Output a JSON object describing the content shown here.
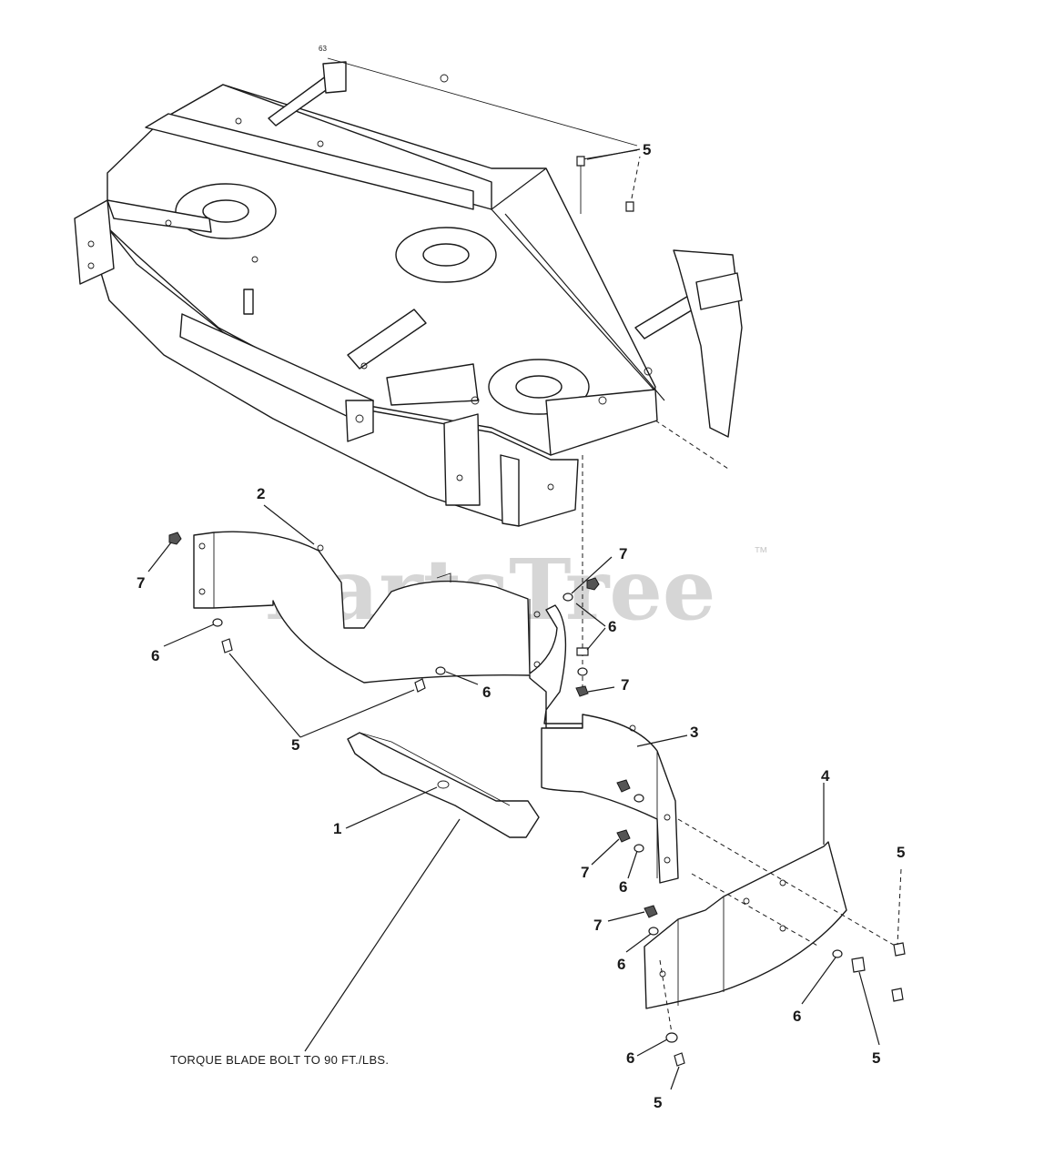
{
  "watermark": {
    "text": "PartsTree",
    "trademark": "™"
  },
  "reference_mark": "63",
  "note": "TORQUE BLADE BOLT TO 90 FT./LBS.",
  "callouts": {
    "c1": "1",
    "c2": "2",
    "c3": "3",
    "c4": "4",
    "c5_top": "5",
    "c5_left": "5",
    "c5_right_top": "5",
    "c5_right_bottom": "5",
    "c5_bottom": "5",
    "c6_left": "6",
    "c6_mid": "6",
    "c6_center": "6",
    "c6_lower": "6",
    "c6_lower2": "6",
    "c6_right": "6",
    "c6_bottom": "6",
    "c7_left": "7",
    "c7_center_top": "7",
    "c7_center": "7",
    "c7_lower": "7",
    "c7_lower2": "7"
  },
  "parts": [
    {
      "id": "1",
      "name": "blade"
    },
    {
      "id": "2",
      "name": "baffle-left"
    },
    {
      "id": "3",
      "name": "baffle-center"
    },
    {
      "id": "4",
      "name": "baffle-right"
    },
    {
      "id": "5",
      "name": "bolt"
    },
    {
      "id": "6",
      "name": "washer"
    },
    {
      "id": "7",
      "name": "nut"
    }
  ]
}
